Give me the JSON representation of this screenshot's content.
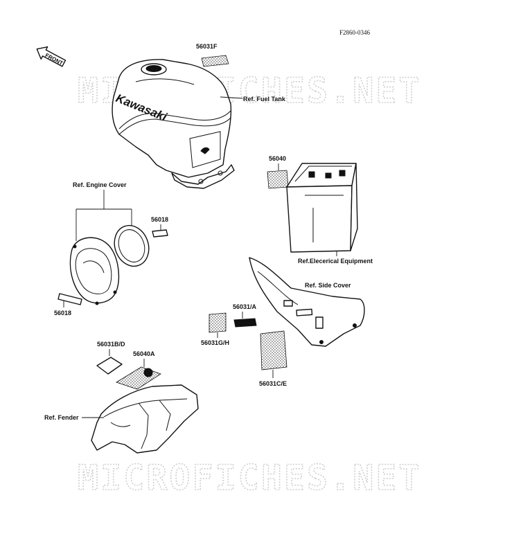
{
  "drawing_code": "F2860-0346",
  "front_label": "FRONT",
  "watermark": "MICROFICHES.NET",
  "fuel_tank_logo": "Kawasaki",
  "labels": {
    "fuel_tank": "Ref. Fuel Tank",
    "engine_cover": "Ref. Engine Cover",
    "electrical": "Ref.Elecerical Equipment",
    "side_cover": "Ref. Side Cover",
    "fender": "Ref. Fender"
  },
  "parts": {
    "p56031F": "56031F",
    "p56040": "56040",
    "p56018_upper": "56018",
    "p56018_lower": "56018",
    "p56031A": "56031/A",
    "p56031GH": "56031G/H",
    "p56031CE": "56031C/E",
    "p56031BD": "56031B/D",
    "p56040A": "56040A"
  }
}
